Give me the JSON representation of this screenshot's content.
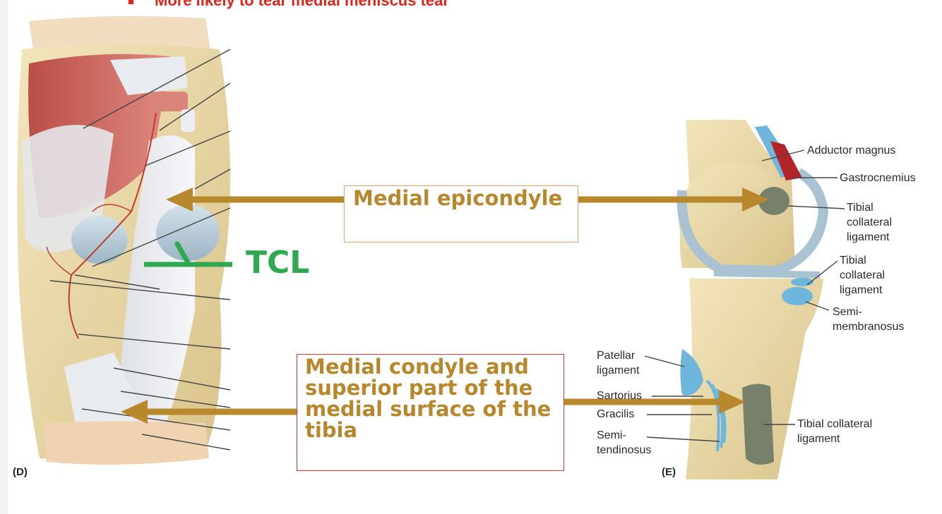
{
  "header": {
    "bullet_text": "More likely to tear medial meniscus tear"
  },
  "callouts": {
    "epicondyle": "Medial epicondyle",
    "condyle_lines": [
      "Medial condyle and",
      "superior part of the",
      "medial surface of the",
      "tibia"
    ],
    "tcl": "TCL"
  },
  "figures": {
    "left_label": "(D)",
    "right_label": "(E)"
  },
  "anatomy_labels": {
    "adductor_magnus": "Adductor magnus",
    "gastrocnemius": "Gastrocnemius",
    "tcl_upper": [
      "Tibial",
      "collateral",
      "ligament"
    ],
    "tcl_middle": [
      "Tibial",
      "collateral",
      "ligament"
    ],
    "semimembranosus": [
      "Semi-",
      "membranosus"
    ],
    "patellar_ligament": [
      "Patellar",
      "ligament"
    ],
    "sartorius": "Sartorius",
    "gracilis": "Gracilis",
    "semitendinosus": [
      "Semi-",
      "tendinosus"
    ],
    "tcl_lower": [
      "Tibial collateral",
      "ligament"
    ]
  },
  "colors": {
    "arrow_gold": "#b8892c",
    "tcl_green": "#2fa84f",
    "bullet_red": "#e0261b",
    "box_orange": "#e6a06f",
    "box_red": "#d93a2b",
    "ligament_blue": "#6fb6dd",
    "muscle_red": "#c9615a",
    "bone_tan": "#ead9a6"
  }
}
